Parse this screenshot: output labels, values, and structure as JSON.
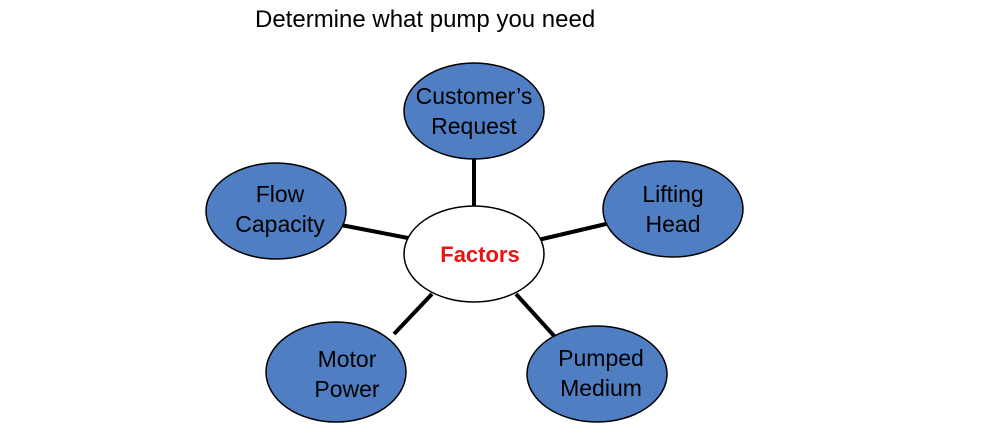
{
  "title": "Determine what pump you need",
  "center": {
    "label": "Factors",
    "fill": "#ffffff",
    "text_color": "#ee1111"
  },
  "colors": {
    "node_fill": "#4f7ec2",
    "node_stroke": "#000000",
    "connector": "#000000"
  },
  "nodes": [
    {
      "id": "customers-request",
      "lines": [
        "Customer’s",
        "Request"
      ]
    },
    {
      "id": "lifting-head",
      "lines": [
        "Lifting",
        "Head"
      ]
    },
    {
      "id": "pumped-medium",
      "lines": [
        "Pumped",
        "Medium"
      ]
    },
    {
      "id": "motor-power",
      "lines": [
        "Motor",
        "Power"
      ]
    },
    {
      "id": "flow-capacity",
      "lines": [
        "Flow",
        "Capacity"
      ]
    }
  ]
}
